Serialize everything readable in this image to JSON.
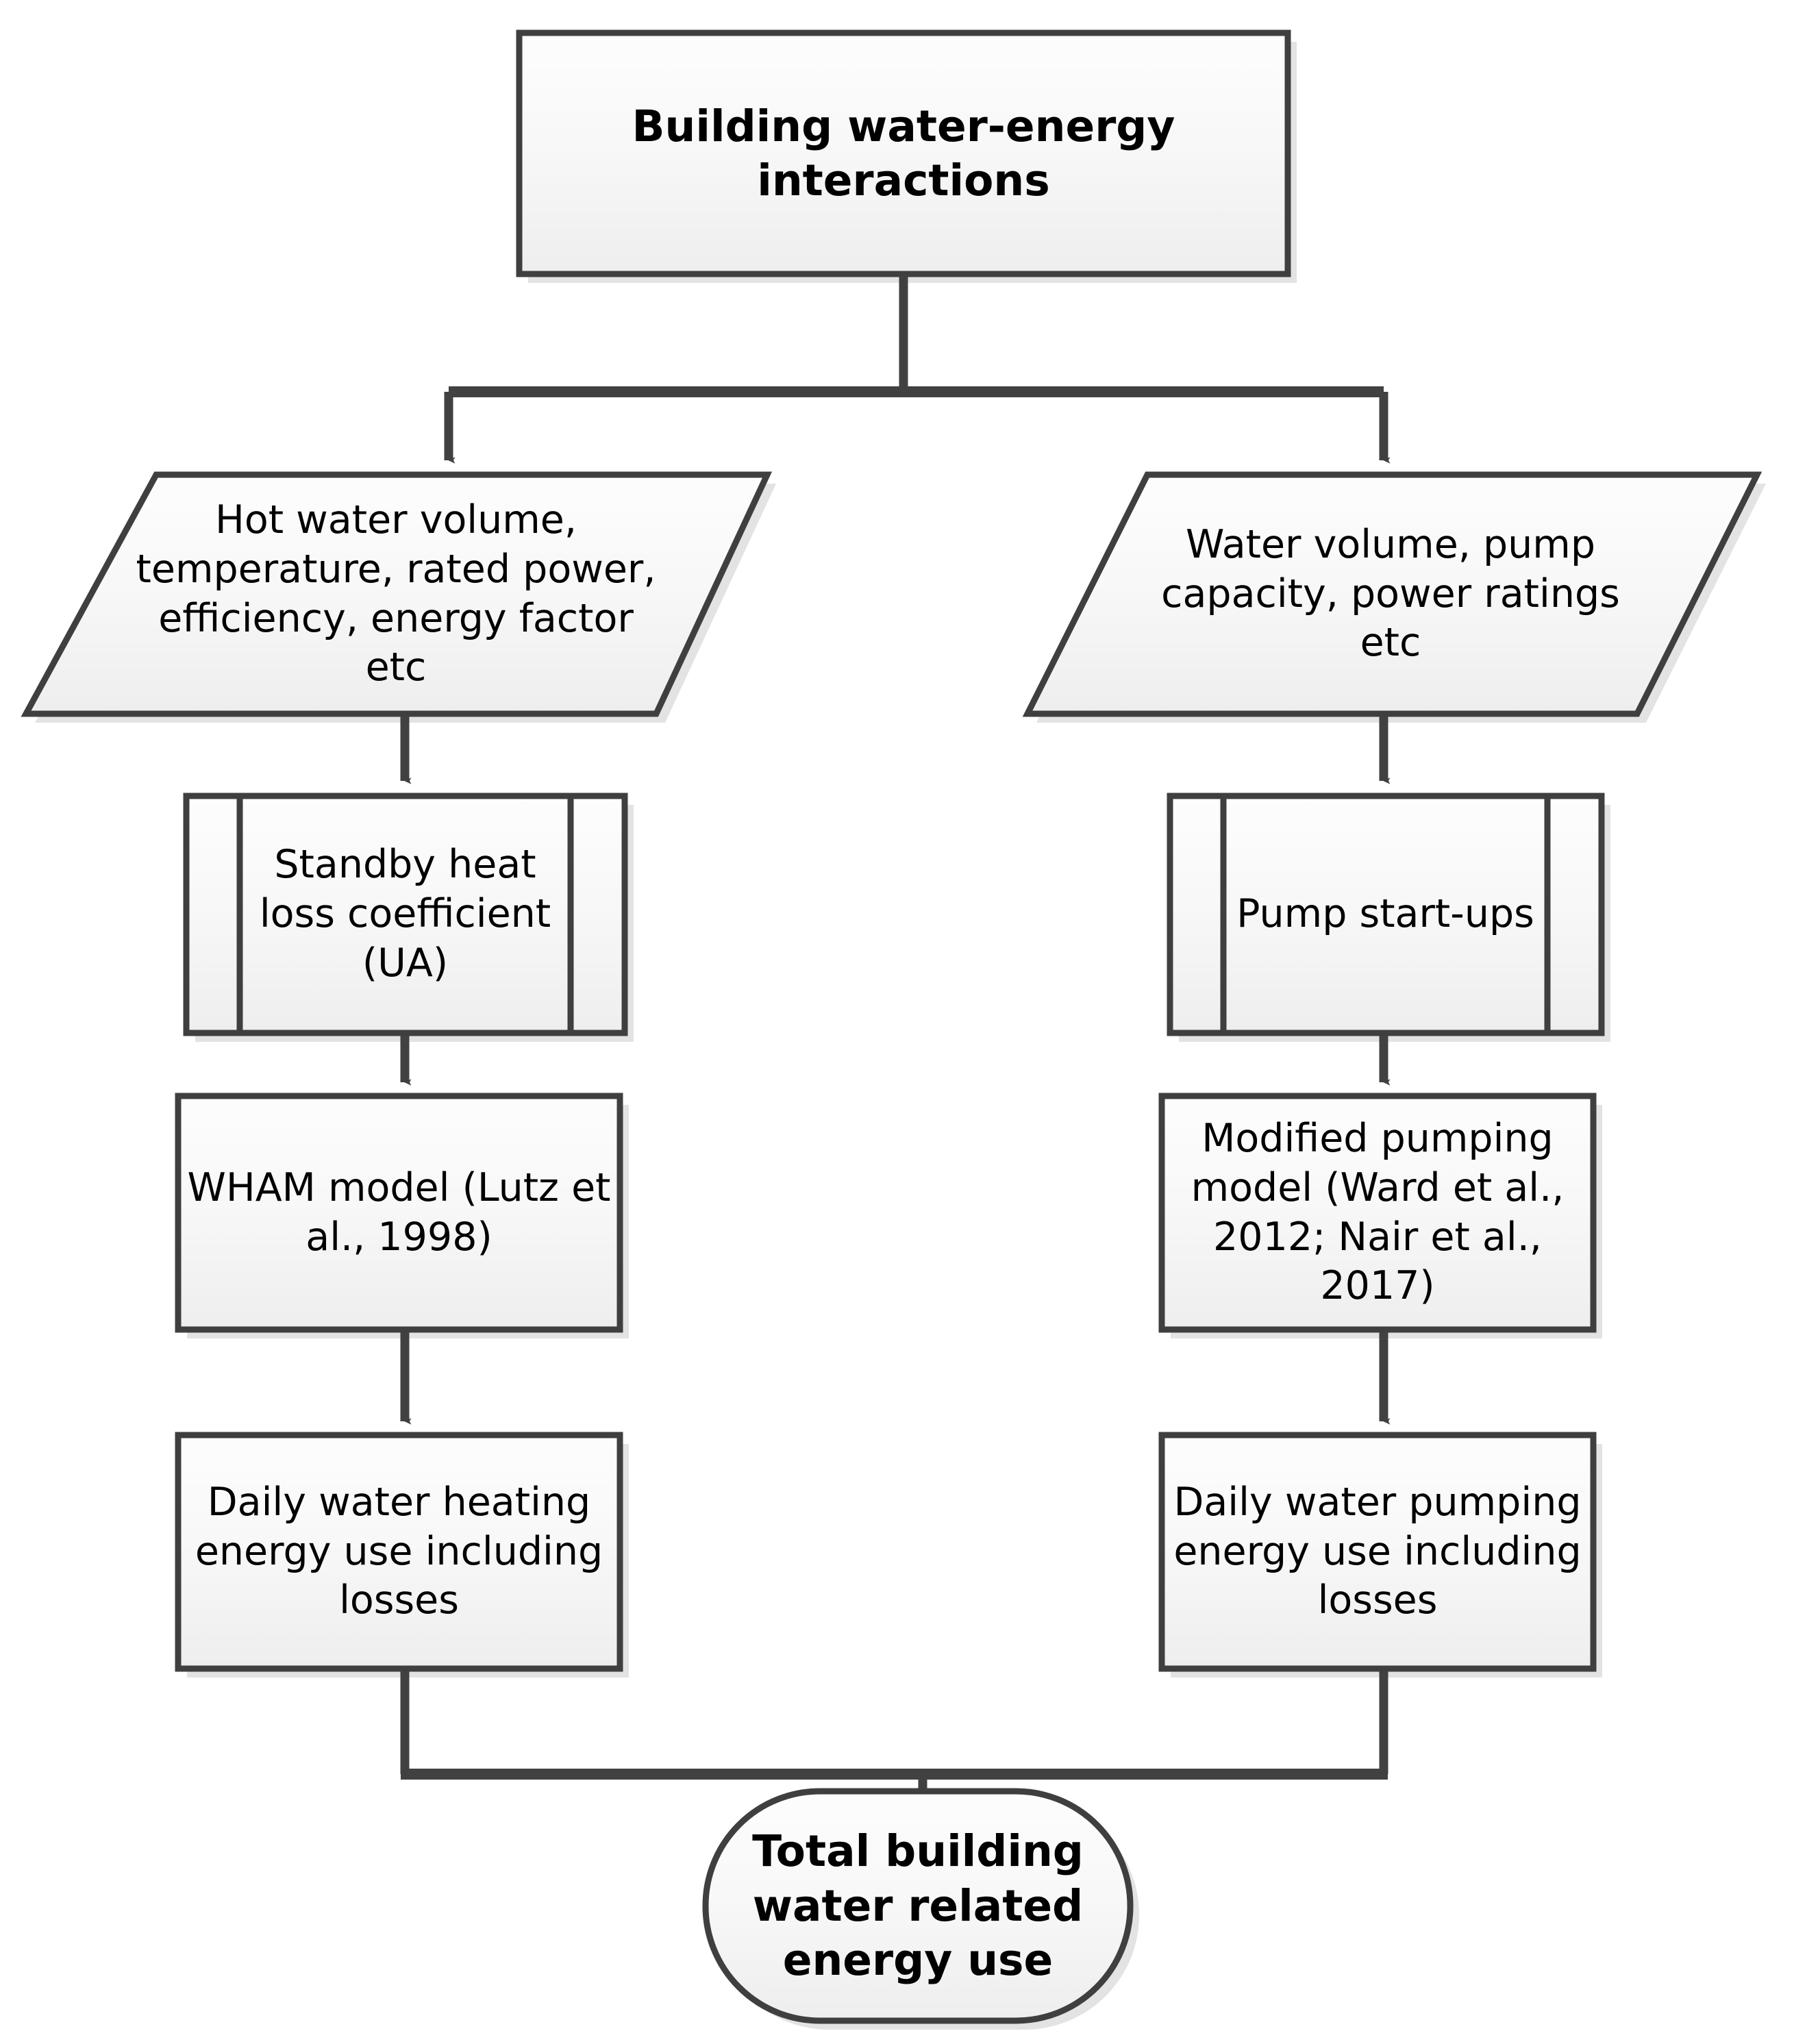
{
  "diagram": {
    "title": "Building water-energy interactions",
    "type": "flowchart",
    "background": "#ffffff",
    "shape_fill_top": "#fcfcfc",
    "shape_fill_bottom": "#efefef",
    "shape_stroke": "#3f3f3f",
    "connector_color": "#414141",
    "text_color": "#000000"
  },
  "nodes": {
    "root": {
      "label": "Building water-energy interactions",
      "shape": "process",
      "bold": true
    },
    "left_input": {
      "label": "Hot water volume, temperature, rated power, efficiency, energy factor etc",
      "shape": "parallelogram-data",
      "bold": false
    },
    "right_input": {
      "label": "Water volume, pump capacity, power ratings etc",
      "shape": "parallelogram-data",
      "bold": false
    },
    "left_predefined": {
      "label": "Standby heat loss coefficient (UA)",
      "shape": "predefined-process",
      "bold": false
    },
    "right_predefined": {
      "label": "Pump start-ups",
      "shape": "predefined-process",
      "bold": false
    },
    "left_model": {
      "label": "WHAM model (Lutz et al., 1998)",
      "shape": "process",
      "bold": false
    },
    "right_model": {
      "label": "Modified pumping model (Ward et al., 2012; Nair et al., 2017)",
      "shape": "process",
      "bold": false
    },
    "left_output": {
      "label": "Daily water heating energy use including losses",
      "shape": "process",
      "bold": false
    },
    "right_output": {
      "label": "Daily water pumping energy use including losses",
      "shape": "process",
      "bold": false
    },
    "total": {
      "label": "Total building water related energy use",
      "shape": "terminator-rounded",
      "bold": true
    }
  },
  "edges": [
    {
      "from": "root",
      "to": "left_input",
      "style": "split-arrow"
    },
    {
      "from": "root",
      "to": "right_input",
      "style": "split-arrow"
    },
    {
      "from": "left_input",
      "to": "left_predefined",
      "style": "arrow"
    },
    {
      "from": "right_input",
      "to": "right_predefined",
      "style": "arrow"
    },
    {
      "from": "left_predefined",
      "to": "left_model",
      "style": "arrow"
    },
    {
      "from": "right_predefined",
      "to": "right_model",
      "style": "arrow"
    },
    {
      "from": "left_model",
      "to": "left_output",
      "style": "arrow"
    },
    {
      "from": "right_model",
      "to": "right_output",
      "style": "arrow"
    },
    {
      "from": "left_output",
      "to": "total",
      "style": "merge-arrow"
    },
    {
      "from": "right_output",
      "to": "total",
      "style": "merge-arrow"
    }
  ]
}
